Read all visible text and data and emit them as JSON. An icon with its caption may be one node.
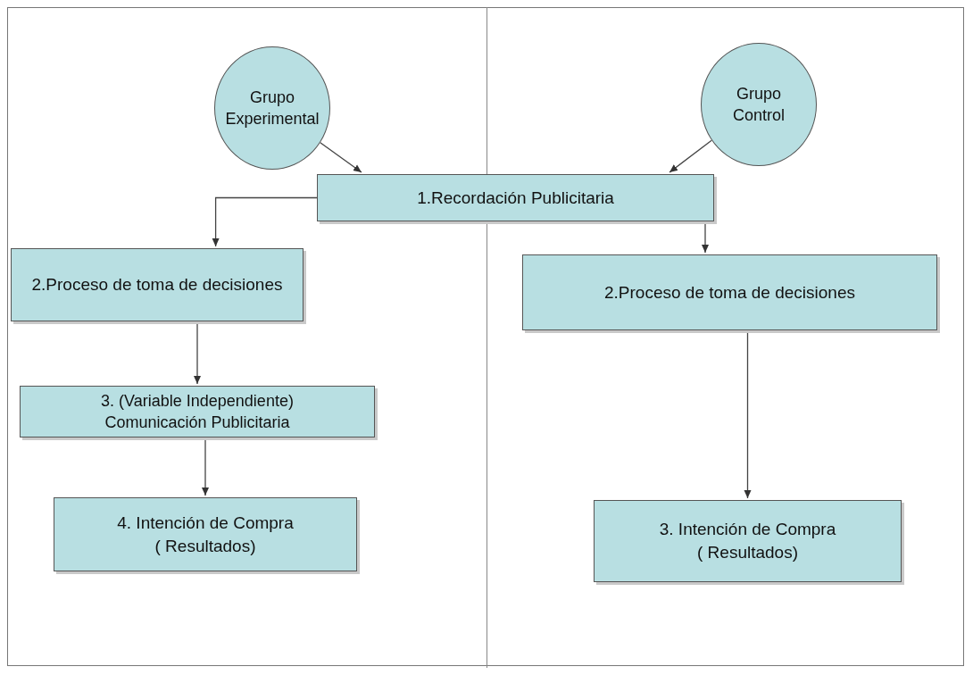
{
  "diagram": {
    "nodes": [
      {
        "text": [
          "Grupo Experimental"
        ]
      },
      {
        "text": [
          "Grupo Control"
        ]
      },
      {
        "text": [
          "1.Recordación Publicitaria"
        ]
      },
      {
        "text": [
          "2.Proceso de toma de decisiones"
        ]
      },
      {
        "text": [
          "2.Proceso de toma de decisiones"
        ]
      },
      {
        "text": [
          "3. (Variable Independiente) Comunicación Publicitaria"
        ]
      },
      {
        "text": [
          "4. Intención de Compra ( Resultados)"
        ]
      },
      {
        "text": [
          "3. Intención de Compra ( Resultados)"
        ]
      }
    ],
    "edges": [
      {
        "from": 0,
        "to": 2,
        "arrow": "to"
      },
      {
        "from": 1,
        "to": 2,
        "arrow": "to"
      },
      {
        "from": 2,
        "to": 3,
        "arrow": "to"
      },
      {
        "from": 2,
        "to": 4,
        "arrow": "to"
      },
      {
        "from": 3,
        "to": 5,
        "arrow": "to"
      },
      {
        "from": 5,
        "to": 6,
        "arrow": "to"
      },
      {
        "from": 4,
        "to": 7,
        "arrow": "to"
      }
    ]
  }
}
